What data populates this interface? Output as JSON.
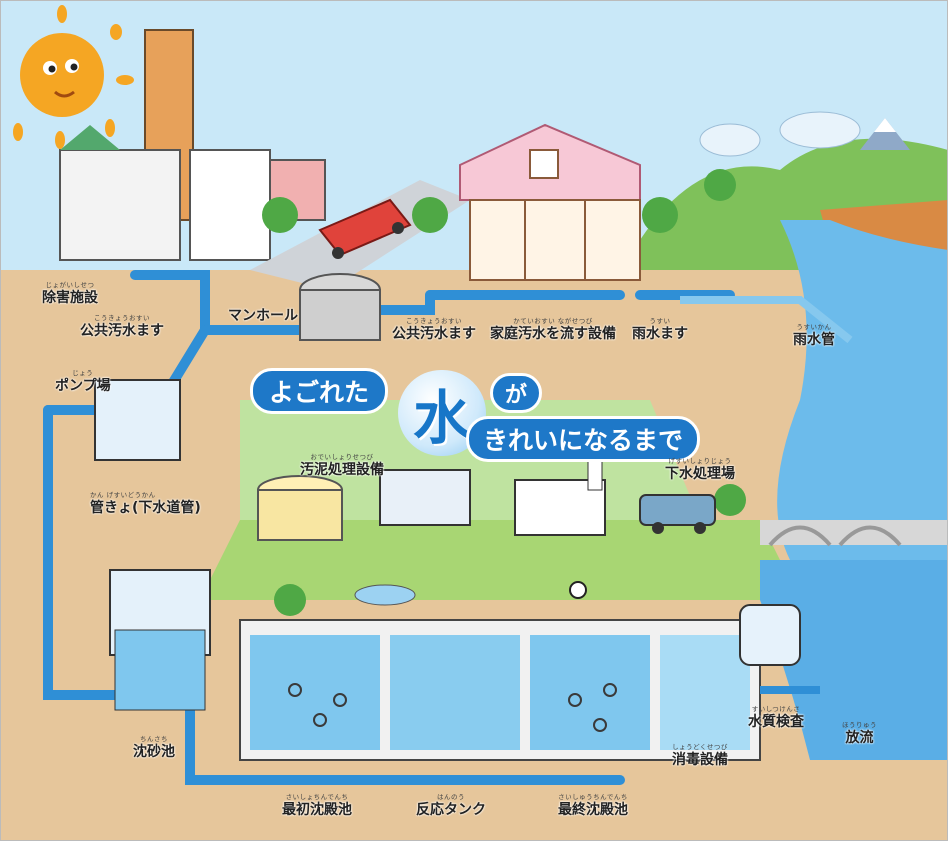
{
  "title": {
    "part1": "よごれた",
    "big": "水",
    "part2": "が",
    "part3": "きれいになるまで"
  },
  "labels": {
    "jogai": {
      "ruby": "じょがいしせつ",
      "text": "除害施設"
    },
    "koukyou_left": {
      "ruby": "こうきょうおすい",
      "text": "公共汚水ます"
    },
    "manhole": {
      "ruby": "",
      "text": "マンホール"
    },
    "koukyou_right": {
      "ruby": "こうきょうおすい",
      "text": "公共汚水ます"
    },
    "katei": {
      "ruby": "かていおすい ながせつび",
      "text": "家庭汚水を流す設備"
    },
    "usui_masu": {
      "ruby": "うすい",
      "text": "雨水ます"
    },
    "usui_kan": {
      "ruby": "うすいかん",
      "text": "雨水管"
    },
    "pump": {
      "ruby": "じょう",
      "text": "ポンプ場"
    },
    "odei": {
      "ruby": "おでいしょりせつび",
      "text": "汚泥処理設備"
    },
    "gesui": {
      "ruby": "げすいしょりじょう",
      "text": "下水処理場"
    },
    "kankyo": {
      "ruby": "かん げすいどうかん",
      "text": "管きょ(下水道管)"
    },
    "chinsa": {
      "ruby": "ちんさち",
      "text": "沈砂池"
    },
    "saisho": {
      "ruby": "さいしょちんでんち",
      "text": "最初沈殿池"
    },
    "hannou": {
      "ruby": "はんのう",
      "text": "反応タンク"
    },
    "saishuu": {
      "ruby": "さいしゅうちんでんち",
      "text": "最終沈殿池"
    },
    "shoudoku": {
      "ruby": "しょうどくせつび",
      "text": "消毒設備"
    },
    "suishitsu": {
      "ruby": "すいしつけんさ",
      "text": "水質検査"
    },
    "houryuu": {
      "ruby": "ほうりゅう",
      "text": "放流"
    }
  },
  "colors": {
    "sky": "#bfe4f6",
    "ground": "#e9c9a0",
    "grass": "#9fd36a",
    "pipe": "#2f8fd6",
    "water": "#7cc4ee",
    "river": "#5fb4e8",
    "title_bg": "#1e78c8",
    "sun": "#f4a21c"
  },
  "icons": [
    "sun-icon",
    "building-icon",
    "house-icon",
    "car-icon",
    "truck-icon",
    "tree-icon",
    "mountain-icon",
    "cloud-icon",
    "soccer-ball-icon",
    "bridge-icon",
    "fountain-icon"
  ]
}
